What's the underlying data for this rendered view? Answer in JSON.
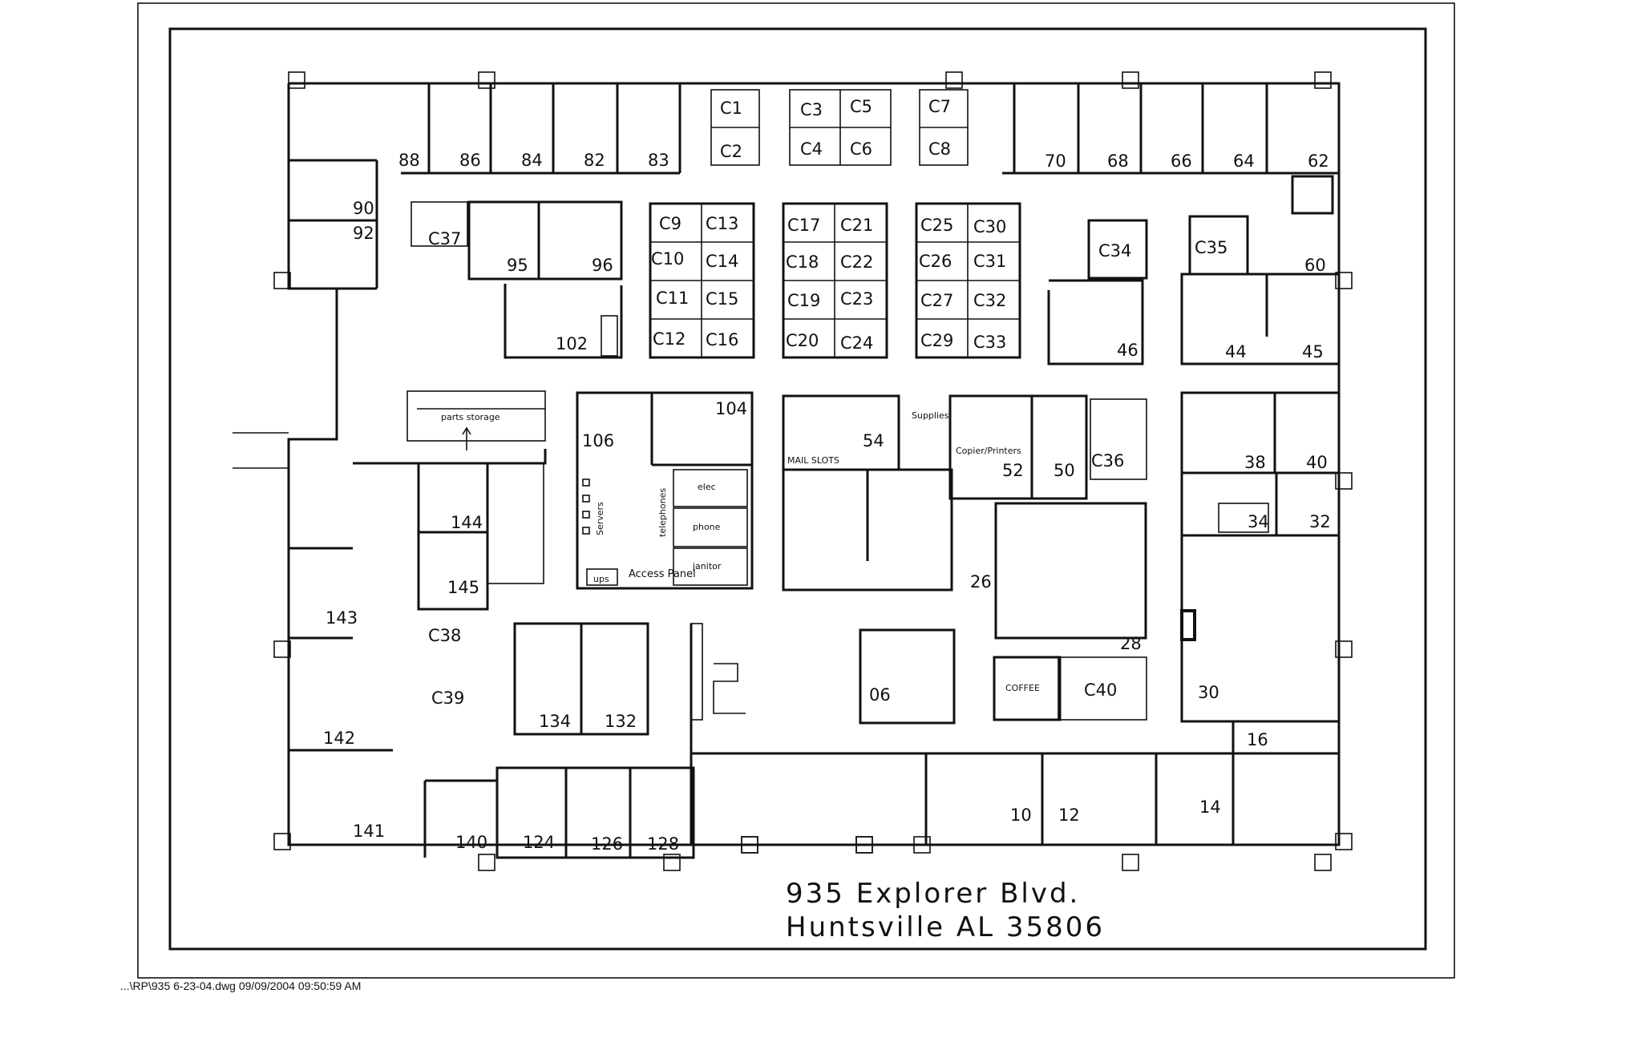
{
  "address": {
    "line1": "935 Explorer Blvd.",
    "line2": "Huntsville AL 35806"
  },
  "file_stamp": "...\\RP\\935 6-23-04.dwg  09/09/2004 09:50:59 AM",
  "rooms": [
    {
      "id": "88",
      "label": "88"
    },
    {
      "id": "86",
      "label": "86"
    },
    {
      "id": "84",
      "label": "84"
    },
    {
      "id": "82",
      "label": "82"
    },
    {
      "id": "83",
      "label": "83"
    },
    {
      "id": "70",
      "label": "70"
    },
    {
      "id": "68",
      "label": "68"
    },
    {
      "id": "66",
      "label": "66"
    },
    {
      "id": "64",
      "label": "64"
    },
    {
      "id": "62",
      "label": "62"
    },
    {
      "id": "90",
      "label": "90"
    },
    {
      "id": "92",
      "label": "92"
    },
    {
      "id": "95",
      "label": "95"
    },
    {
      "id": "96",
      "label": "96"
    },
    {
      "id": "102",
      "label": "102"
    },
    {
      "id": "60",
      "label": "60"
    },
    {
      "id": "46",
      "label": "46"
    },
    {
      "id": "44",
      "label": "44"
    },
    {
      "id": "45",
      "label": "45"
    },
    {
      "id": "106",
      "label": "106"
    },
    {
      "id": "104",
      "label": "104"
    },
    {
      "id": "54",
      "label": "54"
    },
    {
      "id": "52",
      "label": "52"
    },
    {
      "id": "50",
      "label": "50"
    },
    {
      "id": "38",
      "label": "38"
    },
    {
      "id": "40",
      "label": "40"
    },
    {
      "id": "34",
      "label": "34"
    },
    {
      "id": "32",
      "label": "32"
    },
    {
      "id": "144",
      "label": "144"
    },
    {
      "id": "145",
      "label": "145"
    },
    {
      "id": "143",
      "label": "143"
    },
    {
      "id": "142",
      "label": "142"
    },
    {
      "id": "141",
      "label": "141"
    },
    {
      "id": "140",
      "label": "140"
    },
    {
      "id": "124",
      "label": "124"
    },
    {
      "id": "126",
      "label": "126"
    },
    {
      "id": "128",
      "label": "128"
    },
    {
      "id": "134",
      "label": "134"
    },
    {
      "id": "132",
      "label": "132"
    },
    {
      "id": "06",
      "label": "06"
    },
    {
      "id": "26",
      "label": "26"
    },
    {
      "id": "28",
      "label": "28"
    },
    {
      "id": "30",
      "label": "30"
    },
    {
      "id": "16",
      "label": "16"
    },
    {
      "id": "10",
      "label": "10"
    },
    {
      "id": "12",
      "label": "12"
    },
    {
      "id": "14",
      "label": "14"
    }
  ],
  "cubicles": [
    "C1",
    "C2",
    "C3",
    "C4",
    "C5",
    "C6",
    "C7",
    "C8",
    "C9",
    "C10",
    "C11",
    "C12",
    "C13",
    "C14",
    "C15",
    "C16",
    "C17",
    "C18",
    "C19",
    "C20",
    "C21",
    "C22",
    "C23",
    "C24",
    "C25",
    "C26",
    "C27",
    "C29",
    "C30",
    "C31",
    "C32",
    "C33",
    "C34",
    "C35",
    "C36",
    "C37",
    "C38",
    "C39",
    "C40"
  ],
  "annotations": {
    "parts_storage": "parts storage",
    "supplies": "Supplies",
    "copier": "Copier/Printers",
    "mail_slots": "MAIL SLOTS",
    "elec": "elec",
    "phone": "phone",
    "janitor": "janitor",
    "telephones": "telephones",
    "servers": "Servers",
    "ups": "ups",
    "access_panel": "Access Panel",
    "coffee": "COFFEE"
  }
}
